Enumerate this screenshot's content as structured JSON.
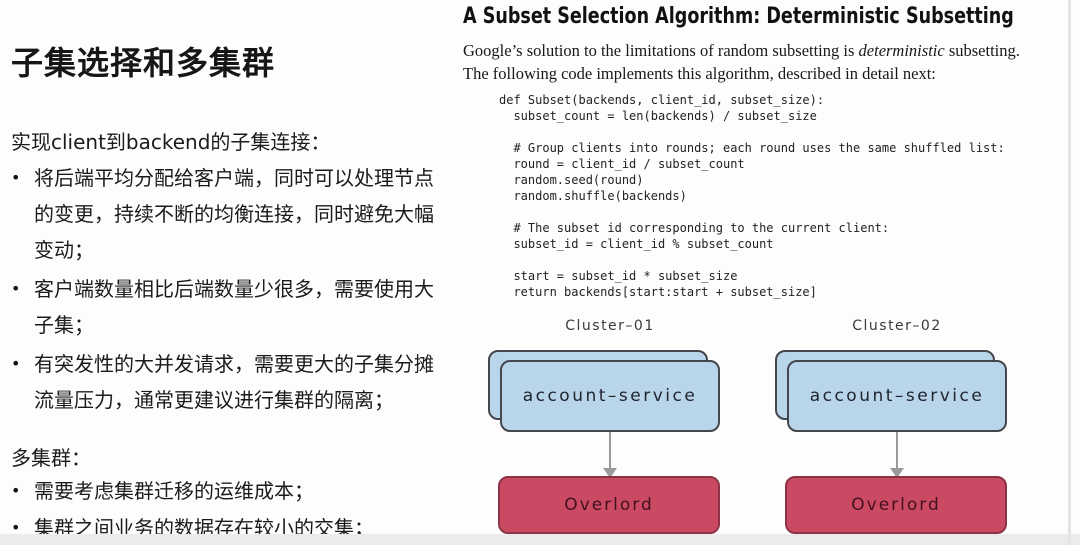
{
  "left_panel": {
    "title": "子集选择和多集群",
    "intro": "实现client到backend的子集连接：",
    "bullet_char": "•",
    "bullets": [
      "将后端平均分配给客户端，同时可以处理节点的变更，持续不断的均衡连接，同时避免大幅变动；",
      "客户端数量相比后端数量少很多，需要使用大子集；",
      "有突发性的大并发请求，需要更大的子集分摊流量压力，通常更建议进行集群的隔离；"
    ],
    "subheading": "多集群：",
    "multi_cluster_bullets": [
      "需要考虑集群迁移的运维成本；",
      "集群之间业务的数据存在较小的交集；"
    ]
  },
  "right_panel": {
    "heading": "A Subset Selection Algorithm: Deterministic Subsetting",
    "intro": {
      "line1_pre": "Google’s solution to the limitations of random subsetting is ",
      "line1_italic": "deterministic",
      "line1_post": " subsetting.",
      "line2": "The following code implements this algorithm, described in detail next:"
    },
    "code": "def Subset(backends, client_id, subset_size):\n  subset_count = len(backends) / subset_size\n\n  # Group clients into rounds; each round uses the same shuffled list:\n  round = client_id / subset_count\n  random.seed(round)\n  random.shuffle(backends)\n\n  # The subset id corresponding to the current client:\n  subset_id = client_id % subset_count\n\n  start = subset_id * subset_size\n  return backends[start:start + subset_size]",
    "diagram": {
      "clusters": [
        {
          "label": "Cluster–01",
          "service": "account–service",
          "target": "Overlord"
        },
        {
          "label": "Cluster–02",
          "service": "account–service",
          "target": "Overlord"
        }
      ]
    }
  },
  "colors": {
    "text": "#1b1b1b",
    "service_fill": "#b9d5e9",
    "service_border": "#45464e",
    "service_text": "#20242e",
    "target_fill": "#cb4a63",
    "target_border": "#8e3347",
    "target_text": "#43101f",
    "arrow": "#9a9a9a"
  }
}
